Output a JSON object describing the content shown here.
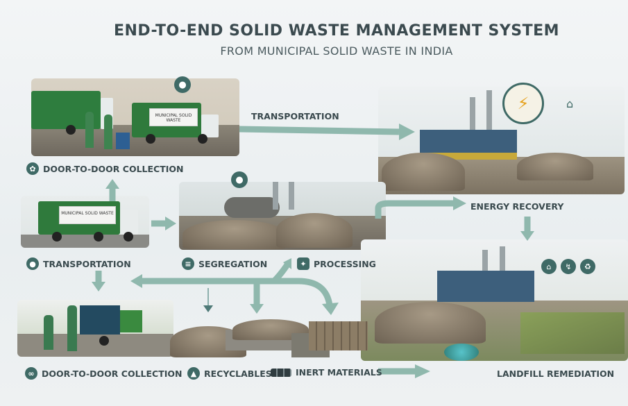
{
  "header": {
    "title": "END-TO-END SOLID WASTE MANAGEMENT SYSTEM",
    "subtitle": "FROM MUNICIPAL SOLID WASTE IN INDIA"
  },
  "labels": {
    "transportation_top": "TRANSPORTATION",
    "door_to_door_top": "DOOR-TO-DOOR COLLECTION",
    "energy_recovery": "ENERGY RECOVERY",
    "transportation_mid": "TRANSPORTATION",
    "segregation": "SEGREGATION",
    "processing": "PROCESSING",
    "door_to_door_bottom": "DOOR-TO-DOOR COLLECTION",
    "recyclables": "RECYCLABLES",
    "inert_materials": "INERT MATERIALS",
    "landfill_remediation": "LANDFILL REMEDIATION"
  },
  "truck_signs": {
    "top": "MUNICIPAL SOLID WASTE",
    "mid": "MUNICIPAL SOLID WASTE"
  },
  "icons": [
    "recycle-hands-icon",
    "location-pin-icon",
    "segregation-icon",
    "processing-icon",
    "collection-icon",
    "recyclables-icon",
    "inert-materials-icon",
    "lightning-icon",
    "home-icon"
  ],
  "colors": {
    "accent": "#3f6a66",
    "arrow": "#8fb8ad",
    "text": "#3a4a4e"
  }
}
